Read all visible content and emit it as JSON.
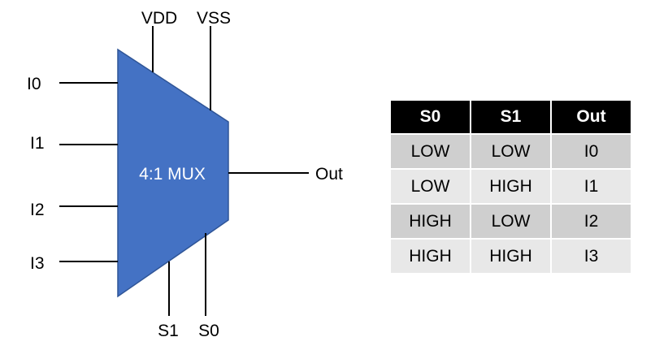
{
  "mux": {
    "label": "4:1 MUX",
    "fill_color": "#4472C4",
    "border_color": "#2F5597"
  },
  "pins": {
    "vdd": "VDD",
    "vss": "VSS",
    "i0": "I0",
    "i1": "I1",
    "i2": "I2",
    "i3": "I3",
    "out": "Out",
    "s1": "S1",
    "s0": "S0"
  },
  "truth_table": {
    "headers": [
      "S0",
      "S1",
      "Out"
    ],
    "rows": [
      [
        "LOW",
        "LOW",
        "I0"
      ],
      [
        "LOW",
        "HIGH",
        "I1"
      ],
      [
        "HIGH",
        "LOW",
        "I2"
      ],
      [
        "HIGH",
        "HIGH",
        "I3"
      ]
    ],
    "header_color": "#000000",
    "row_colors": [
      "#cfcfcf",
      "#e8e8e8"
    ]
  }
}
